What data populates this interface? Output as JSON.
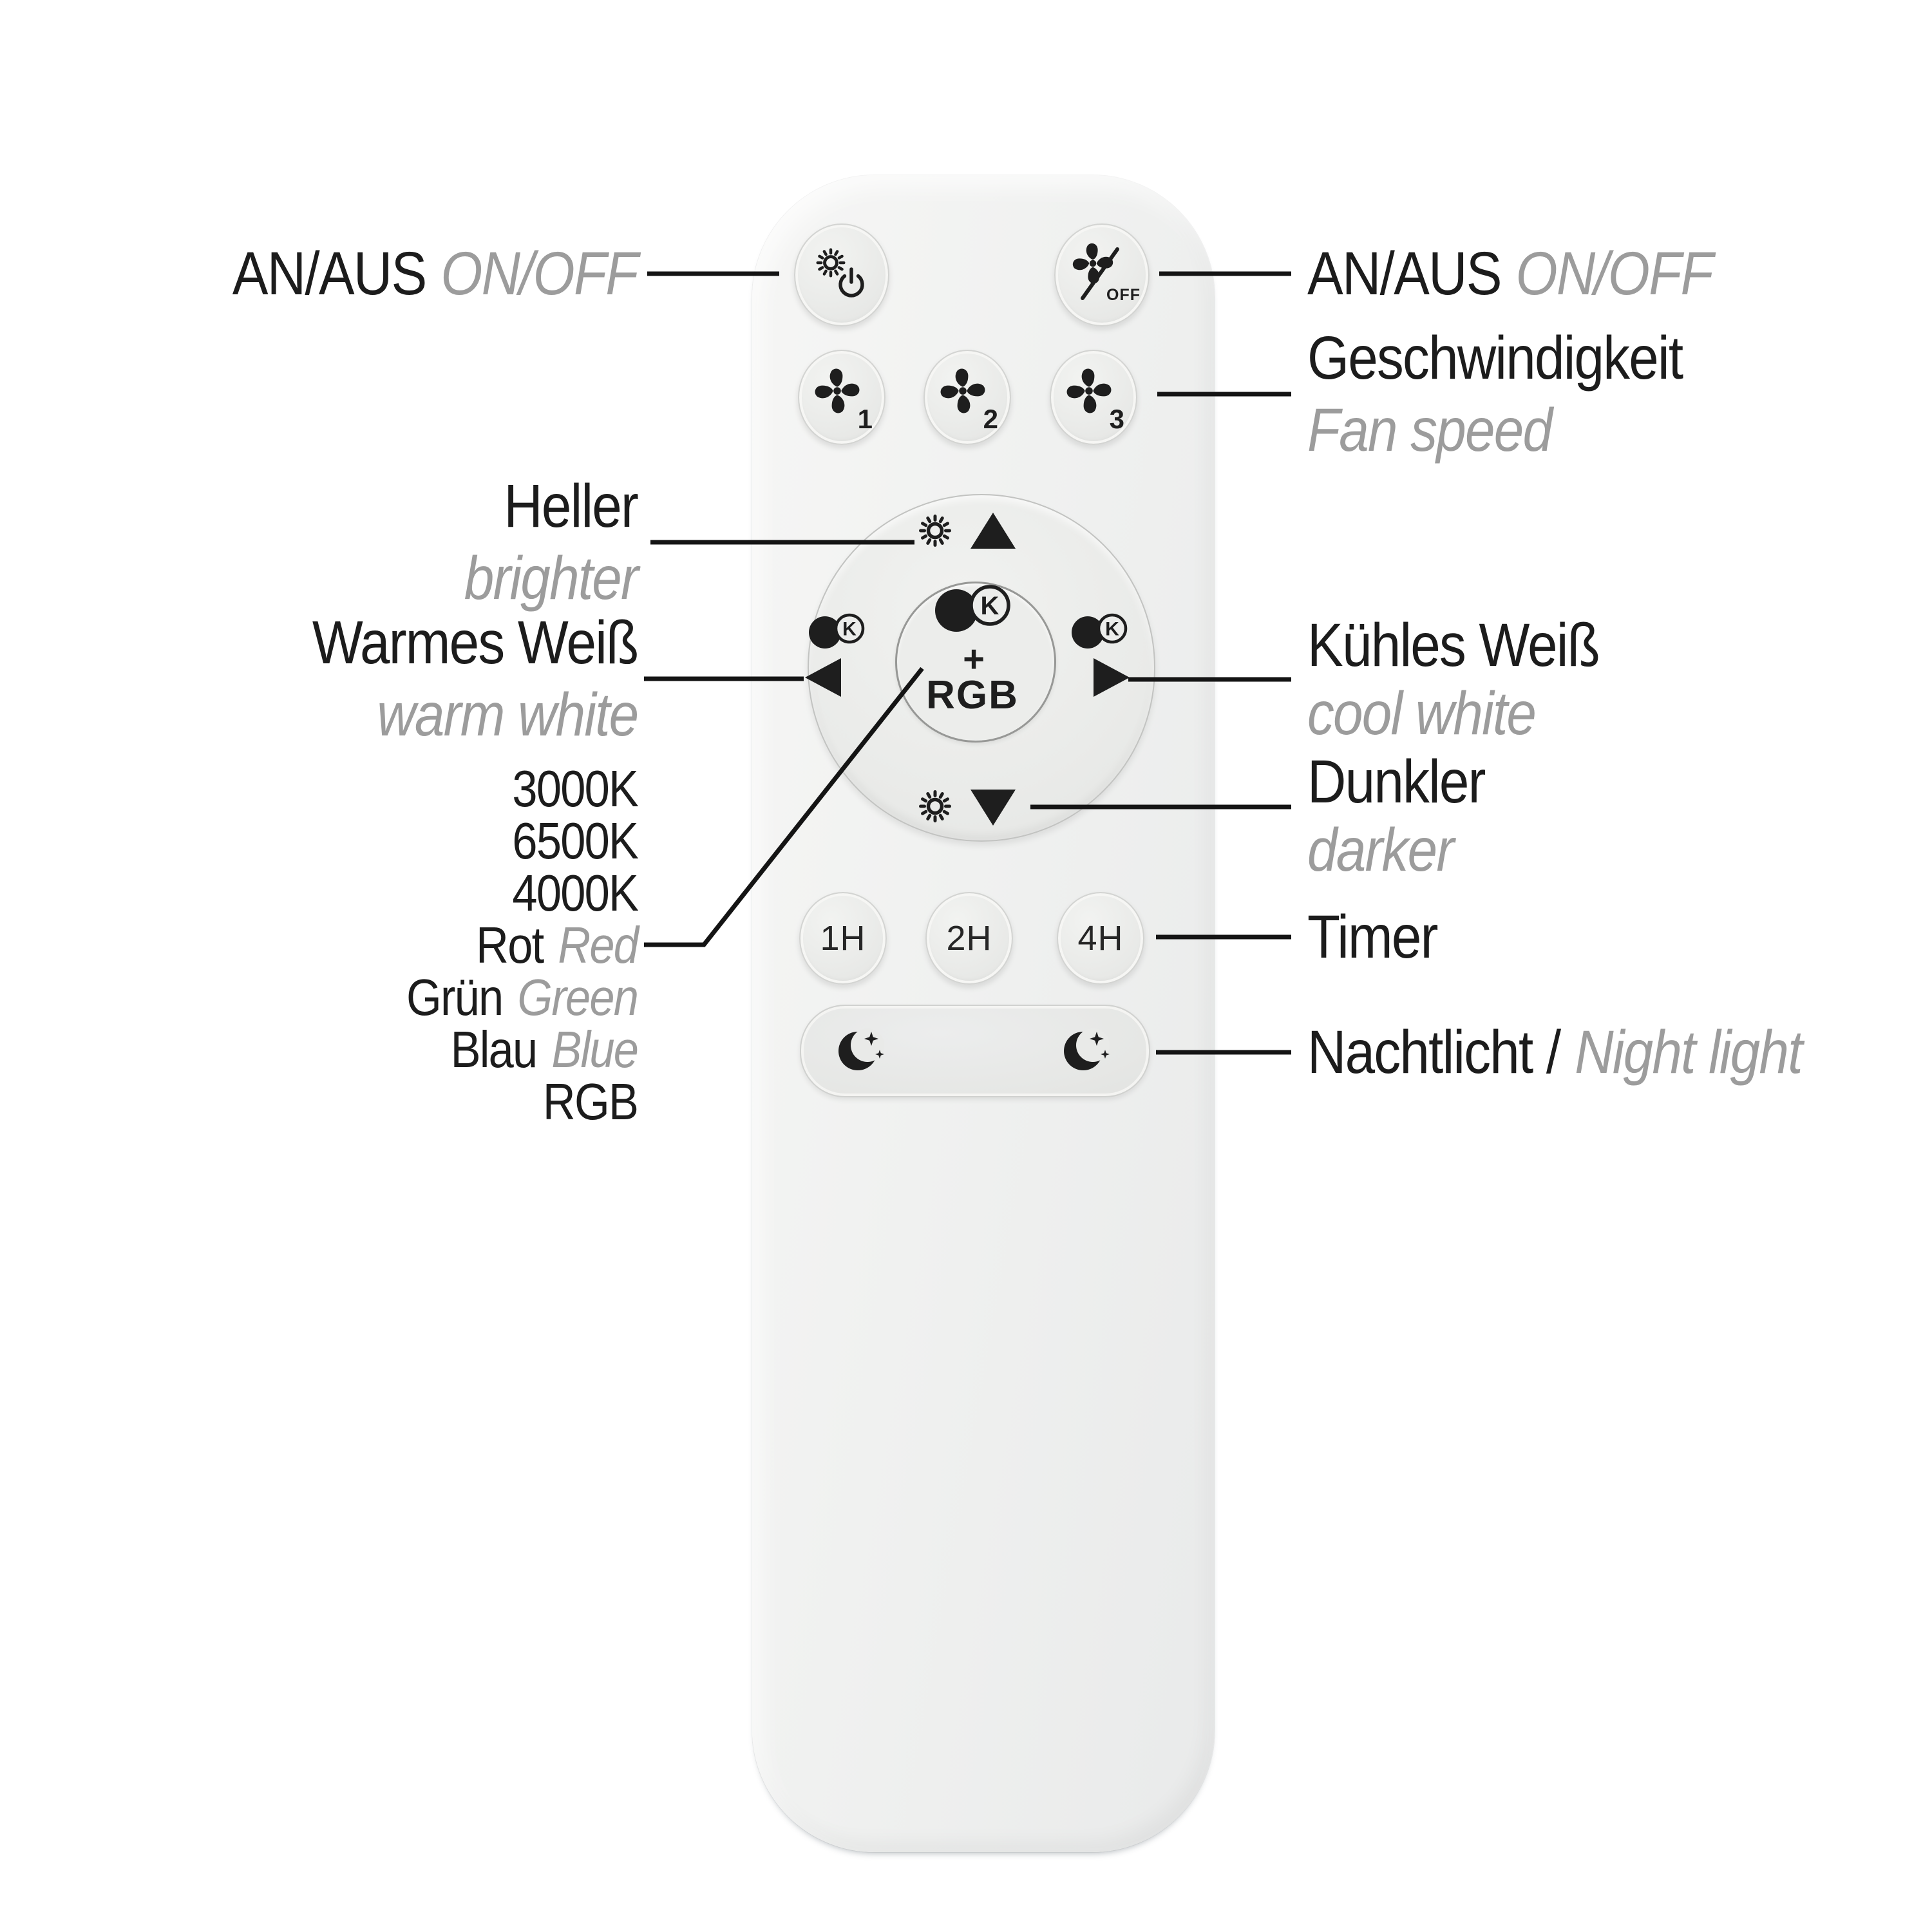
{
  "colors": {
    "background": "#ffffff",
    "label_primary": "#1c1c1c",
    "label_secondary": "#9c9c9c",
    "leader_line": "#141414",
    "remote_body": "#f0f1f0",
    "button_face": "#e9eae8",
    "icon_ink": "#1e1e1e"
  },
  "annotations": {
    "left": {
      "light_onoff": {
        "de": "AN/AUS",
        "en": "ON/OFF"
      },
      "brighter": {
        "de": "Heller",
        "en": "brighter"
      },
      "warm_white": {
        "de": "Warmes Weiß",
        "en": "warm white"
      },
      "color_modes": {
        "lines": [
          {
            "de": "3000K"
          },
          {
            "de": "6500K"
          },
          {
            "de": "4000K"
          },
          {
            "de": "Rot",
            "en": "Red"
          },
          {
            "de": "Grün",
            "en": "Green"
          },
          {
            "de": "Blau",
            "en": "Blue"
          },
          {
            "de": "RGB"
          }
        ]
      }
    },
    "right": {
      "fan_onoff": {
        "de": "AN/AUS",
        "en": "ON/OFF"
      },
      "fan_speed": {
        "de": "Geschwindigkeit",
        "en": "Fan speed"
      },
      "cool_white": {
        "de": "Kühles Weiß",
        "en": "cool white"
      },
      "darker": {
        "de": "Dunkler",
        "en": "darker"
      },
      "timer": {
        "de": "Timer"
      },
      "night_light": {
        "de": "Nachtlicht /",
        "en": "Night light"
      }
    }
  },
  "remote": {
    "buttons": {
      "fan_off": "OFF",
      "fan_speed_1": "1",
      "fan_speed_2": "2",
      "fan_speed_3": "3",
      "timer_1h": "1H",
      "timer_2h": "2H",
      "timer_4h": "4H"
    },
    "pad": {
      "k_left": "K",
      "k_right": "K",
      "k_center": "K",
      "plus": "+",
      "rgb": "RGB"
    }
  }
}
